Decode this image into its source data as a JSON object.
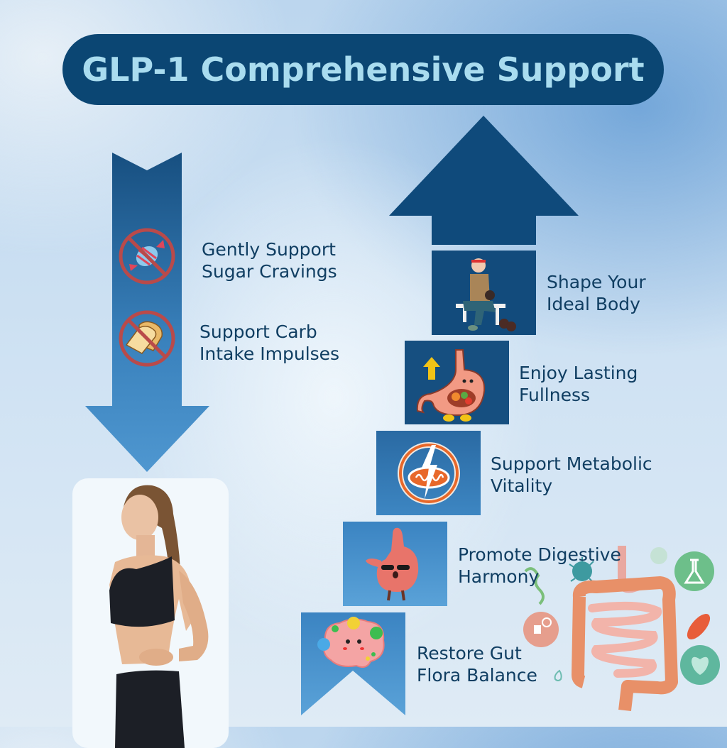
{
  "header": {
    "title": "GLP-1 Comprehensive Support"
  },
  "colors": {
    "title_bg": "#0b4673",
    "title_text": "#a9dcef",
    "label_text": "#103e62",
    "arrow_dark": "#0e4a7a",
    "arrow_light": "#4a92cc",
    "prohibit_red": "#b94a4a"
  },
  "down_arrow": {
    "items": [
      {
        "icon": "no-candy-icon",
        "line1": "Gently Support",
        "line2": "Sugar Cravings"
      },
      {
        "icon": "no-bread-icon",
        "line1": "Support Carb",
        "line2": "Intake Impulses"
      }
    ]
  },
  "up_arrow": {
    "steps": [
      {
        "icon": "weightlifter-icon",
        "line1": "Shape Your",
        "line2": "Ideal Body"
      },
      {
        "icon": "full-stomach-icon",
        "line1": "Enjoy Lasting",
        "line2": "Fullness"
      },
      {
        "icon": "mitochondria-energy-icon",
        "line1": "Support Metabolic",
        "line2": "Vitality"
      },
      {
        "icon": "happy-stomach-icon",
        "line1": "Promote Digestive",
        "line2": "Harmony"
      },
      {
        "icon": "gut-flora-icon",
        "line1": "Restore Gut",
        "line2": "Flora Balance"
      }
    ]
  },
  "images": {
    "model_photo": "fit-woman-photo",
    "intestine_illustration": "intestine-with-microbes-illustration"
  }
}
